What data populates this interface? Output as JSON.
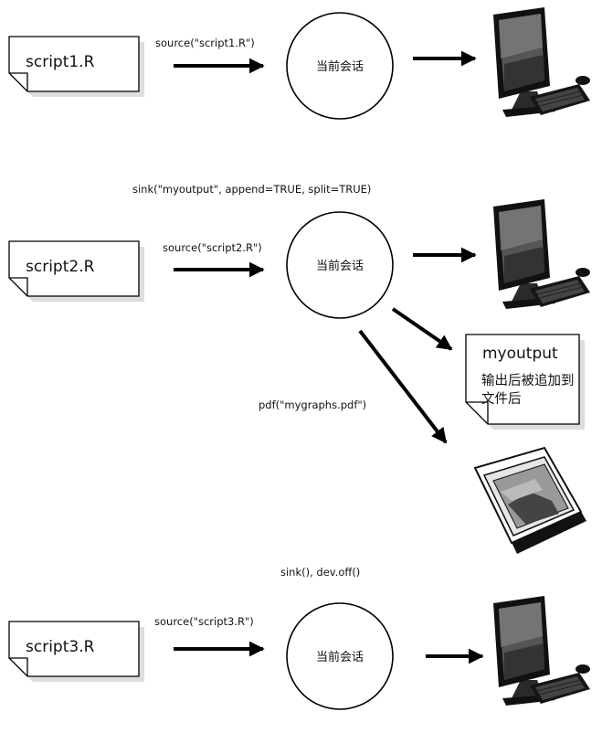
{
  "scenario1": {
    "file": "script1.R",
    "command": "source(\"script1.R\")",
    "session": "当前会话"
  },
  "scenario2": {
    "sink_command": "sink(\"myoutput\", append=TRUE, split=TRUE)",
    "file": "script2.R",
    "command": "source(\"script2.R\")",
    "session": "当前会话",
    "output_file": {
      "title": "myoutput",
      "desc_line1": "输出后被追加到",
      "desc_line2": "文件后"
    },
    "pdf_command": "pdf(\"mygraphs.pdf\")"
  },
  "scenario3": {
    "close_command": "sink(), dev.off()",
    "file": "script3.R",
    "command": "source(\"script3.R\")",
    "session": "当前会话"
  }
}
